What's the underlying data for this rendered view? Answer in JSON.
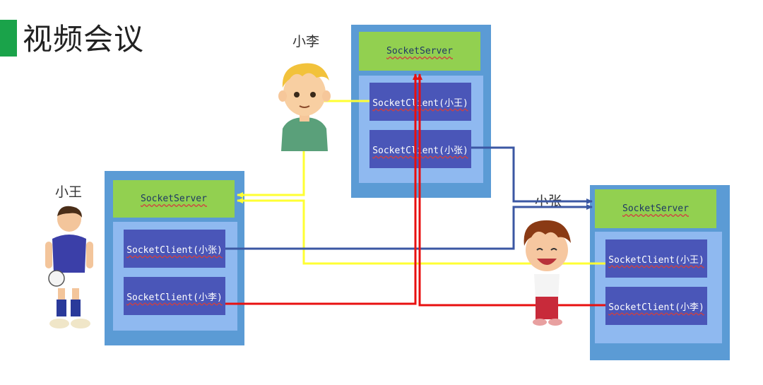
{
  "title": "视频会议",
  "people": {
    "wang": "小王",
    "li": "小李",
    "zhang": "小张"
  },
  "nodes": {
    "wang": {
      "server": "SocketServer",
      "client1": "SocketClient(小张)",
      "client2": "SocketClient(小李)"
    },
    "li": {
      "server": "SocketServer",
      "client1": "SocketClient(小王)",
      "client2": "SocketClient(小张)"
    },
    "zhang": {
      "server": "SocketServer",
      "client1": "SocketClient(小王)",
      "client2": "SocketClient(小李)"
    }
  },
  "colors": {
    "title_bar": "#1aa34a",
    "node_outer": "#5b9bd5",
    "node_inner": "#8fb9f0",
    "server": "#92d050",
    "client": "#4a56b8",
    "link_yellow": "#ffff33",
    "link_blue": "#3b57a3",
    "link_red": "#e81010"
  }
}
